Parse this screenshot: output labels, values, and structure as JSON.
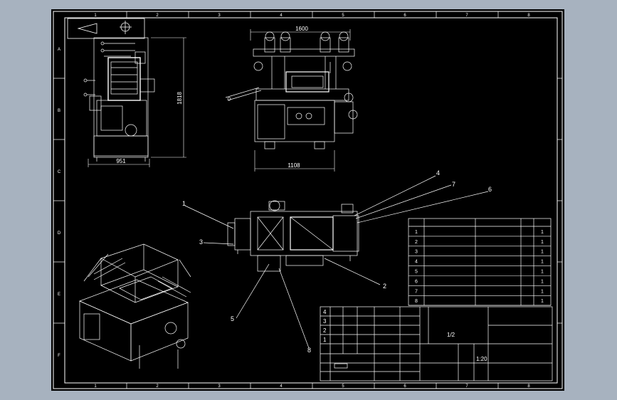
{
  "drawing": {
    "dimensions": {
      "front_width": "1600",
      "front_base_width": "1108",
      "side_height": "1818",
      "side_width": "951"
    },
    "balloons": [
      "1",
      "3",
      "4",
      "7",
      "6",
      "2",
      "5",
      "8"
    ],
    "ruler_top": [
      "1",
      "2",
      "3",
      "4",
      "5",
      "6",
      "7",
      "8"
    ],
    "ruler_bottom": [
      "1",
      "2",
      "3",
      "4",
      "5",
      "6",
      "7",
      "8"
    ],
    "ruler_left": [
      "A",
      "B",
      "C",
      "D",
      "E",
      "F"
    ],
    "bom": {
      "rows": [
        {
          "no": "1",
          "qty": "1"
        },
        {
          "no": "2",
          "qty": "1"
        },
        {
          "no": "3",
          "qty": "1"
        },
        {
          "no": "4",
          "qty": "1"
        },
        {
          "no": "5",
          "qty": "1"
        },
        {
          "no": "6",
          "qty": "1"
        },
        {
          "no": "7",
          "qty": "1"
        },
        {
          "no": "8",
          "qty": "1"
        }
      ]
    },
    "title_block": {
      "ratio": "1/2",
      "scale": "1:20",
      "rev_rows": [
        "4",
        "3",
        "2",
        "1"
      ]
    }
  }
}
